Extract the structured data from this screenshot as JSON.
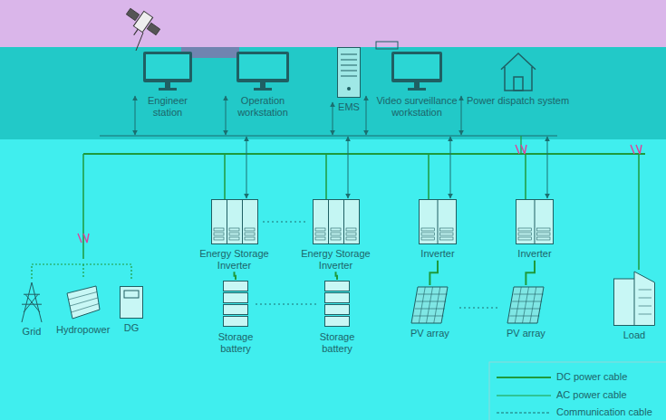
{
  "diagram": {
    "nodes": [
      {
        "text": [
          "Engineer station"
        ]
      },
      {
        "text": [
          "Operation workstation"
        ]
      },
      {
        "text": [
          "EMS"
        ]
      },
      {
        "text": [
          "Video surveillance workstation"
        ]
      },
      {
        "text": [
          "Power dispatch system"
        ]
      },
      {
        "text": [
          "Energy Storage Inverter"
        ]
      },
      {
        "text": [
          "Energy Storage Inverter"
        ]
      },
      {
        "text": [
          "Inverter"
        ]
      },
      {
        "text": [
          "Inverter"
        ]
      },
      {
        "text": [
          "Grid"
        ]
      },
      {
        "text": [
          "Hydropower"
        ]
      },
      {
        "text": [
          "DG"
        ]
      },
      {
        "text": [
          "Storage battery"
        ]
      },
      {
        "text": [
          "Storage battery"
        ]
      },
      {
        "text": [
          "PV array"
        ]
      },
      {
        "text": [
          "PV array"
        ]
      },
      {
        "text": [
          "Load"
        ]
      }
    ],
    "edges": [
      {
        "from": 5,
        "to": 12,
        "arrow": "none"
      },
      {
        "from": 6,
        "to": 13,
        "arrow": "none"
      },
      {
        "from": 7,
        "to": 14,
        "arrow": "none"
      },
      {
        "from": 8,
        "to": 15,
        "arrow": "none"
      }
    ],
    "legend": [
      {
        "text": "DC power cable"
      },
      {
        "text": "AC power cable"
      },
      {
        "text": "Communication cable"
      }
    ]
  }
}
